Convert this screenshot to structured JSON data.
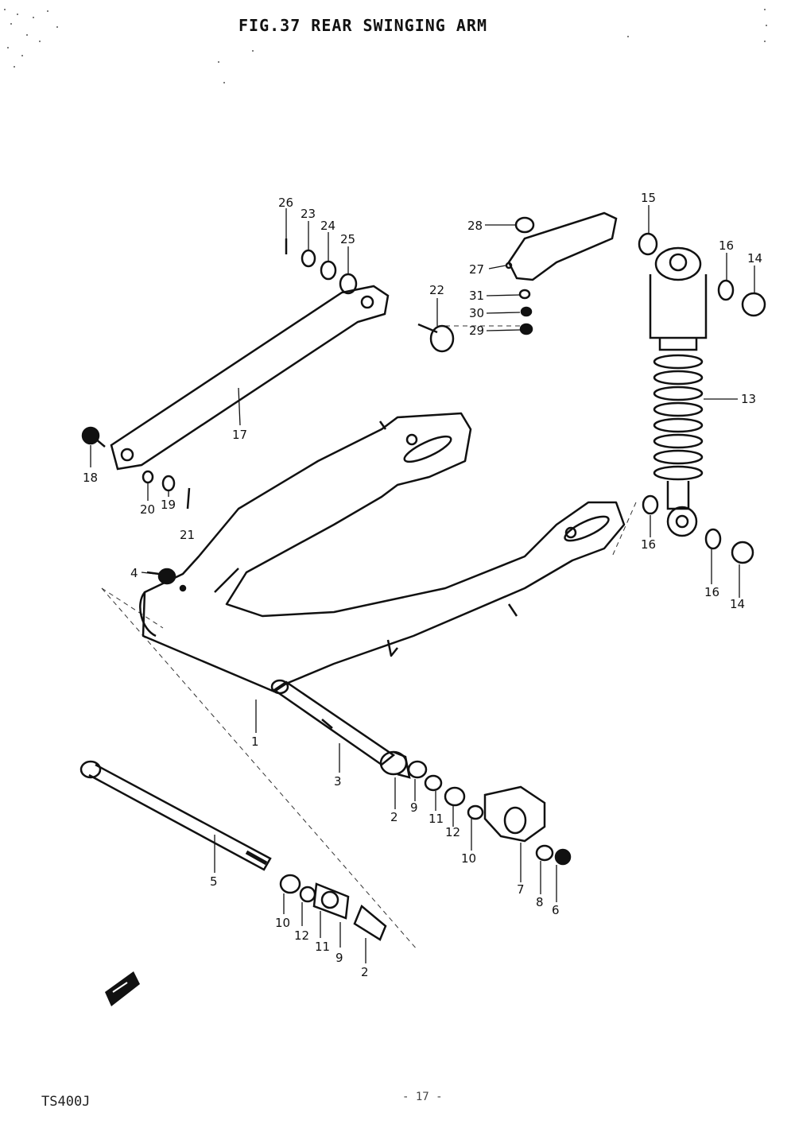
{
  "title": "FIG.37  REAR SWINGING ARM",
  "footer": {
    "model_code": "TS400J",
    "page_number": "- 17 -"
  },
  "callouts": {
    "c26": "26",
    "c23": "23",
    "c24": "24",
    "c25": "25",
    "c28": "28",
    "c27": "27",
    "c31": "31",
    "c30": "30",
    "c29": "29",
    "c22": "22",
    "c15": "15",
    "c16a": "16",
    "c14a": "14",
    "c13": "13",
    "c17": "17",
    "c18": "18",
    "c20": "20",
    "c19": "19",
    "c21": "21",
    "c4": "4",
    "c16b": "16",
    "c16c": "16",
    "c14b": "14",
    "c1": "1",
    "c3": "3",
    "c2a": "2",
    "c9a": "9",
    "c11a": "11",
    "c12a": "12",
    "c10a": "10",
    "c7": "7",
    "c8": "8",
    "c6": "6",
    "c5": "5",
    "c10b": "10",
    "c12b": "12",
    "c11b": "11",
    "c9b": "9",
    "c2b": "2"
  }
}
